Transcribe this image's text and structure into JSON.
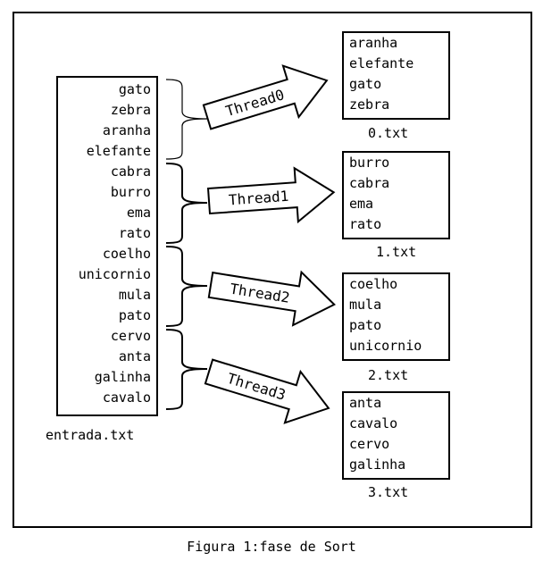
{
  "input_file": {
    "name": "entrada.txt",
    "lines": [
      "gato",
      "zebra",
      "aranha",
      "elefante",
      "cabra",
      "burro",
      "ema",
      "rato",
      "coelho",
      "unicornio",
      "mula",
      "pato",
      "cervo",
      "anta",
      "galinha",
      "cavalo"
    ]
  },
  "threads": [
    {
      "label": "Thread0"
    },
    {
      "label": "Thread1"
    },
    {
      "label": "Thread2"
    },
    {
      "label": "Thread3"
    }
  ],
  "output_files": [
    {
      "name": "0.txt",
      "lines": [
        "aranha",
        "elefante",
        "gato",
        "zebra"
      ]
    },
    {
      "name": "1.txt",
      "lines": [
        "burro",
        "cabra",
        "ema",
        "rato"
      ]
    },
    {
      "name": "2.txt",
      "lines": [
        "coelho",
        "mula",
        "pato",
        "unicornio"
      ]
    },
    {
      "name": "3.txt",
      "lines": [
        "anta",
        "cavalo",
        "cervo",
        "galinha"
      ]
    }
  ],
  "caption": "Figura 1:fase de Sort"
}
